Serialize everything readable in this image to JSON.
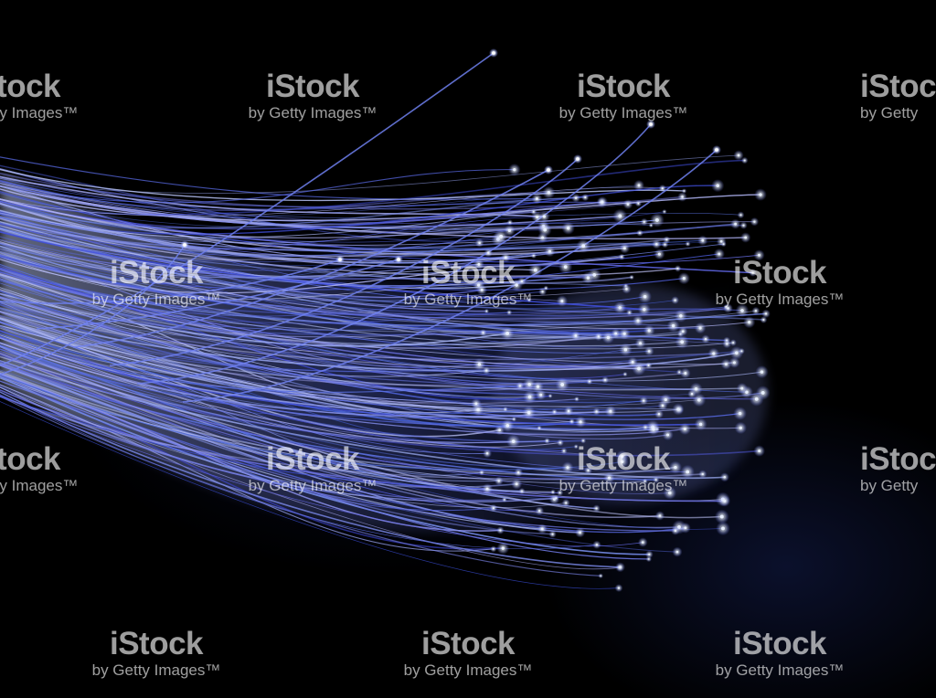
{
  "image": {
    "subject": "fiber-optic-bundle",
    "background_color": "#000000",
    "fiber_color": "#5566dd",
    "fiber_tip_color": "#e8f0ff"
  },
  "watermark": {
    "main_text": "iStock",
    "sub_text": "by Getty Images™",
    "partial_main_text": "iStock",
    "partial_sub_text": "by Getty",
    "color": "#ffffff"
  }
}
